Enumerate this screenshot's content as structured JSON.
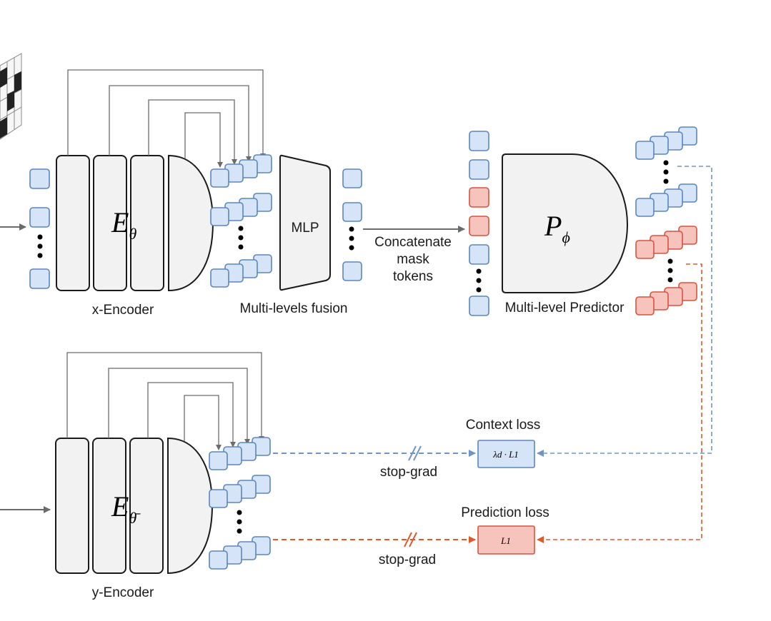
{
  "x_encoder": {
    "symbol": "E",
    "subscript": "θ",
    "label": "x-Encoder"
  },
  "y_encoder": {
    "symbol": "E",
    "subscript": "θ̄",
    "label": "y-Encoder"
  },
  "fusion": {
    "mlp_label": "MLP",
    "label": "Multi-levels fusion"
  },
  "concat": {
    "line1": "Concatenate",
    "line2": "mask",
    "line3": "tokens"
  },
  "predictor": {
    "symbol": "P",
    "subscript": "ϕ",
    "label": "Multi-level Predictor"
  },
  "context_loss": {
    "title": "Context loss",
    "formula": "λd · L1",
    "stop_grad": "stop-grad"
  },
  "prediction_loss": {
    "title": "Prediction loss",
    "formula": "L1",
    "stop_grad": "stop-grad"
  },
  "colors": {
    "token_blue": "#d6e4f7",
    "token_red": "#f7c3bd",
    "context_dash": "#6f95c4",
    "prediction_dash": "#de5a2c"
  }
}
